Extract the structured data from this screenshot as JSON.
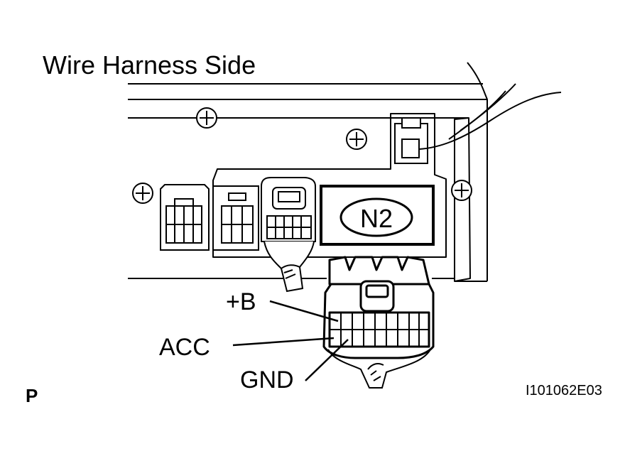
{
  "diagram": {
    "title": "Wire Harness Side",
    "connector_label": "N2",
    "callouts": {
      "plus_b": "+B",
      "acc": "ACC",
      "gnd": "GND"
    },
    "page_marker": "P",
    "figure_id": "I101062E03"
  }
}
